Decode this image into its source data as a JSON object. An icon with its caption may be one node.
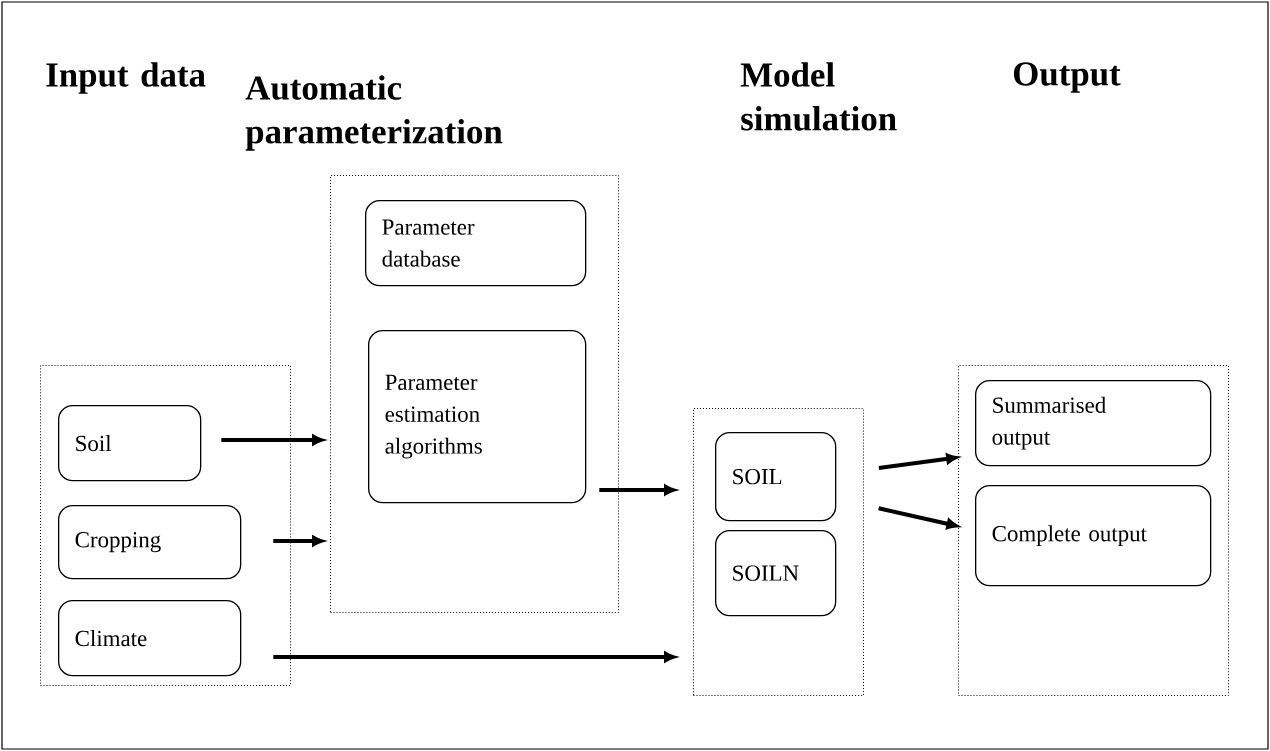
{
  "diagram": {
    "nodes": [
      {
        "text": [],
        "shape": "box"
      },
      {
        "text": [
          "Soil"
        ],
        "in": 0
      },
      {
        "text": [
          "Cropping"
        ],
        "in": 0
      },
      {
        "text": [
          "Climate"
        ],
        "in": 0
      },
      {
        "text": [],
        "shape": "box"
      },
      {
        "text": [
          "Parameter database"
        ],
        "in": 4
      },
      {
        "text": [
          "Parameter estimation algorithms"
        ],
        "in": 4
      },
      {
        "text": [],
        "shape": "box"
      },
      {
        "text": [
          "SOIL"
        ],
        "in": 7
      },
      {
        "text": [
          "SOILN"
        ],
        "in": 7
      },
      {
        "text": [],
        "shape": "box"
      },
      {
        "text": [
          "Summarised output"
        ],
        "in": 10
      },
      {
        "text": [
          "Complete output"
        ],
        "in": 10
      }
    ],
    "edges": [
      {
        "from": 1,
        "to": 4,
        "arrow": "to"
      },
      {
        "from": 2,
        "to": 4,
        "arrow": "to"
      },
      {
        "from": 6,
        "to": 7,
        "arrow": "to"
      },
      {
        "from": 3,
        "to": 7,
        "arrow": "to"
      },
      {
        "from": 7,
        "to": 11,
        "arrow": "to"
      },
      {
        "from": 7,
        "to": 12,
        "arrow": "to"
      }
    ],
    "labels": [
      "Input data",
      "Automatic parameterization",
      "Model simulation",
      "Output"
    ]
  }
}
